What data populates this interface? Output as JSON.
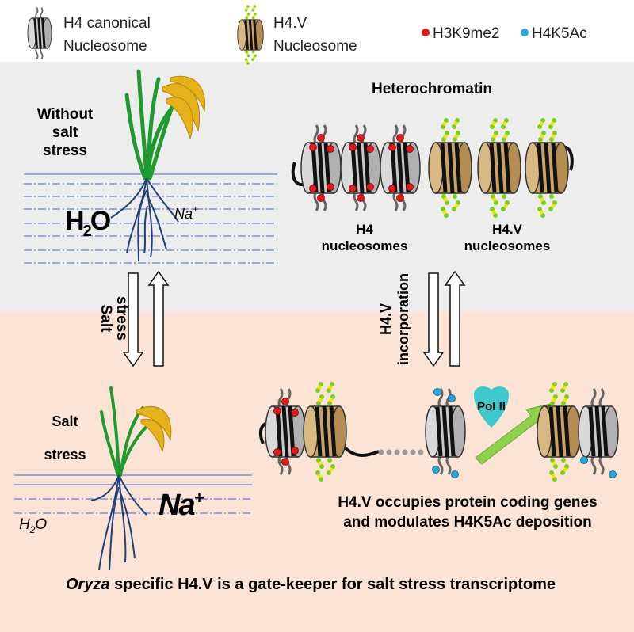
{
  "legend": {
    "canonical_line1": "H4 canonical",
    "canonical_line2": "Nucleosome",
    "variant_line1": "H4.V",
    "variant_line2": "Nucleosome",
    "mark_red": "H3K9me2",
    "mark_blue": "H4K5Ac"
  },
  "top": {
    "condition_line1": "Without",
    "condition_line2": "salt",
    "condition_line3": "stress",
    "water_h": "H",
    "water_sub": "2",
    "water_o": "O",
    "na_top": "Na",
    "na_top_sup": "+",
    "heterochromatin": "Heterochromatin",
    "h4_line1": "H4",
    "h4_line2": "nucleosomes",
    "h4v_line1": "H4.V",
    "h4v_line2": "nucleosomes"
  },
  "arrows": {
    "salt_stress_line1": "Salt",
    "salt_stress_line2": "stress",
    "incorporation_line1": "H4.V",
    "incorporation_line2": "incorporation"
  },
  "bottom": {
    "condition_line1": "Salt",
    "condition_line2": "stress",
    "na_big": "Na",
    "na_big_sup": "+",
    "water_h": "H",
    "water_sub": "2",
    "water_o": "O",
    "pol": "Pol II",
    "caption_line1": "H4.V occupies protein coding genes",
    "caption_line2": "and modulates H4K5Ac deposition",
    "footer_italic": "Oryza",
    "footer_rest": " specific H4.V is a gate-keeper for salt stress transcriptome"
  },
  "colors": {
    "top_bg": "#ededed",
    "bottom_bg": "#fbe3d6",
    "canonical_fill": "#c8c8c8",
    "variant_fill": "#c9a46a",
    "h3k9me2": "#e01b1b",
    "h4k5ac": "#2aa7dc",
    "tail_green": "#7ccf1e",
    "tail_yellow": "#f2e600",
    "pol_color": "#3ec9cc",
    "arrow_green": "#8fd14a",
    "water_line": "#4466cc",
    "root_color": "#23407a",
    "leaf_green": "#1f9a2f",
    "grain_gold": "#e6b21c"
  }
}
